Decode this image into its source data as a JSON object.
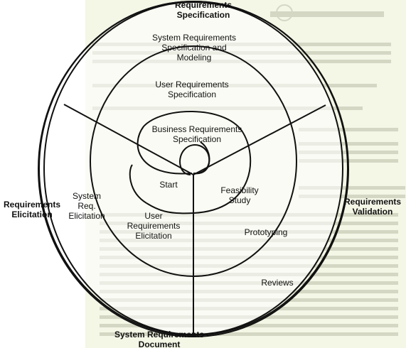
{
  "colors": {
    "line": "#111111",
    "background_paper": "#f3f5e2",
    "background_text": "#cfd3bf"
  },
  "outer_labels": {
    "specification": "Requirements\nSpecification",
    "elicitation": "Requirements\nElicitation",
    "validation": "Requirements\nValidation",
    "document": "System Requirements\nDocument"
  },
  "ring_labels": {
    "system_spec": "System Requirements\nSpecification and\nModeling",
    "user_spec": "User Requirements\nSpecification",
    "business_spec": "Business Requirements\nSpecification",
    "start": "Start",
    "feasibility": "Feasibility\nStudy",
    "system_elicitation": "System\nReq.\nElicitation",
    "user_elicitation": "User\nRequirements\nElicitation",
    "prototyping": "Prototyping",
    "reviews": "Reviews"
  }
}
